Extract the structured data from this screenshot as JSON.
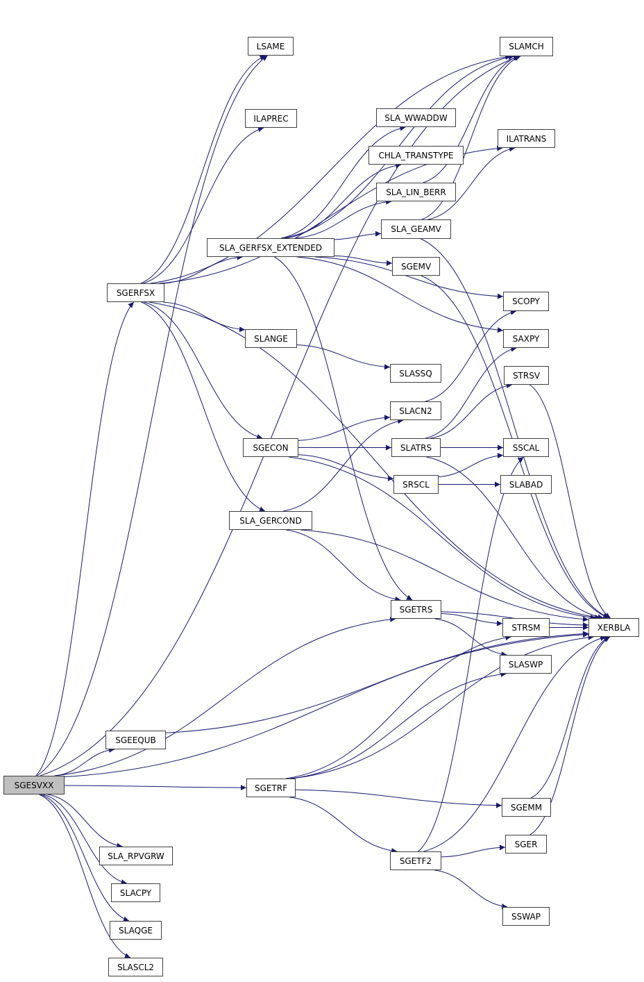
{
  "graph": {
    "root": "SGESVXX",
    "colors": {
      "edge": "#191970",
      "node_border": "#404040",
      "root_fill": "#bfbfbf",
      "node_fill": "#ffffff"
    },
    "nodes": [
      "SGESVXX",
      "LSAME",
      "SLAMCH",
      "ILAPREC",
      "SLA_WWADDW",
      "ILATRANS",
      "CHLA_TRANSTYPE",
      "SLA_LIN_BERR",
      "SLA_GEAMV",
      "SLA_GERFSX_EXTENDED",
      "SGEMV",
      "SGERFSX",
      "SCOPY",
      "SLANGE",
      "SAXPY",
      "SLASSQ",
      "STRSV",
      "SLACN2",
      "SGECON",
      "SLATRS",
      "SSCAL",
      "SRSCL",
      "SLABAD",
      "SLA_GERCOND",
      "SGETRS",
      "STRSM",
      "XERBLA",
      "SLASWP",
      "SGEEQUB",
      "SGETRF",
      "SGEMM",
      "SLA_RPVGRW",
      "SGER",
      "SGETF2",
      "SLACPY",
      "SSWAP",
      "SLAQGE",
      "SLASCL2"
    ],
    "edges": [
      [
        "SGESVXX",
        "SLAMCH"
      ],
      [
        "SGESVXX",
        "LSAME"
      ],
      [
        "SGESVXX",
        "SGERFSX"
      ],
      [
        "SGESVXX",
        "SGETRS"
      ],
      [
        "SGESVXX",
        "SGEEQUB"
      ],
      [
        "SGESVXX",
        "SGETRF"
      ],
      [
        "SGESVXX",
        "XERBLA"
      ],
      [
        "SGESVXX",
        "SLA_RPVGRW"
      ],
      [
        "SGESVXX",
        "SLACPY"
      ],
      [
        "SGESVXX",
        "SLAQGE"
      ],
      [
        "SGESVXX",
        "SLASCL2"
      ],
      [
        "SGERFSX",
        "LSAME"
      ],
      [
        "SGERFSX",
        "ILAPREC"
      ],
      [
        "SGERFSX",
        "ILATRANS"
      ],
      [
        "SGERFSX",
        "SLAMCH"
      ],
      [
        "SGERFSX",
        "SLA_GERFSX_EXTENDED"
      ],
      [
        "SGERFSX",
        "SLANGE"
      ],
      [
        "SGERFSX",
        "SGECON"
      ],
      [
        "SGERFSX",
        "SLA_GERCOND"
      ],
      [
        "SGERFSX",
        "XERBLA"
      ],
      [
        "SLA_GERFSX_EXTENDED",
        "SLAMCH"
      ],
      [
        "SLA_GERFSX_EXTENDED",
        "SLA_WWADDW"
      ],
      [
        "SLA_GERFSX_EXTENDED",
        "CHLA_TRANSTYPE"
      ],
      [
        "SLA_GERFSX_EXTENDED",
        "SLA_LIN_BERR"
      ],
      [
        "SLA_GERFSX_EXTENDED",
        "SLA_GEAMV"
      ],
      [
        "SLA_GERFSX_EXTENDED",
        "SGEMV"
      ],
      [
        "SLA_GERFSX_EXTENDED",
        "SCOPY"
      ],
      [
        "SLA_GERFSX_EXTENDED",
        "SAXPY"
      ],
      [
        "SLA_GERFSX_EXTENDED",
        "SGETRS"
      ],
      [
        "SLA_LIN_BERR",
        "SLAMCH"
      ],
      [
        "SLA_GEAMV",
        "SLAMCH"
      ],
      [
        "SLA_GEAMV",
        "ILATRANS"
      ],
      [
        "SLA_GEAMV",
        "XERBLA"
      ],
      [
        "SGEMV",
        "XERBLA"
      ],
      [
        "SLANGE",
        "SLASSQ"
      ],
      [
        "SGECON",
        "SLACN2"
      ],
      [
        "SGECON",
        "SLATRS"
      ],
      [
        "SGECON",
        "SRSCL"
      ],
      [
        "SGECON",
        "XERBLA"
      ],
      [
        "SLACN2",
        "SCOPY"
      ],
      [
        "SLATRS",
        "SAXPY"
      ],
      [
        "SLATRS",
        "STRSV"
      ],
      [
        "SLATRS",
        "SSCAL"
      ],
      [
        "SLATRS",
        "XERBLA"
      ],
      [
        "STRSV",
        "XERBLA"
      ],
      [
        "SRSCL",
        "SSCAL"
      ],
      [
        "SRSCL",
        "SLABAD"
      ],
      [
        "SLA_GERCOND",
        "SLACN2"
      ],
      [
        "SLA_GERCOND",
        "SGETRS"
      ],
      [
        "SLA_GERCOND",
        "XERBLA"
      ],
      [
        "SGETRS",
        "XERBLA"
      ],
      [
        "SGETRS",
        "STRSM"
      ],
      [
        "SGETRS",
        "SLASWP"
      ],
      [
        "STRSM",
        "XERBLA"
      ],
      [
        "SGEEQUB",
        "XERBLA"
      ],
      [
        "SGETRF",
        "STRSM"
      ],
      [
        "SGETRF",
        "SLASWP"
      ],
      [
        "SGETRF",
        "XERBLA"
      ],
      [
        "SGETRF",
        "SGEMM"
      ],
      [
        "SGETRF",
        "SGETF2"
      ],
      [
        "SGEMM",
        "XERBLA"
      ],
      [
        "SGETF2",
        "SSCAL"
      ],
      [
        "SGETF2",
        "SGER"
      ],
      [
        "SGETF2",
        "XERBLA"
      ],
      [
        "SGETF2",
        "SSWAP"
      ],
      [
        "SGER",
        "XERBLA"
      ]
    ]
  }
}
